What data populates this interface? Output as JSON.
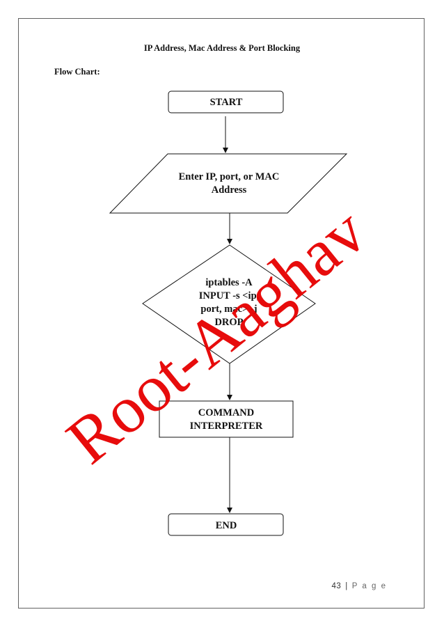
{
  "header": {
    "title": "IP Address, Mac Address & Port Blocking",
    "subtitle": "Flow Chart:"
  },
  "flowchart": {
    "start": "START",
    "input": [
      "Enter  IP, port, or MAC",
      "Address"
    ],
    "decision": [
      "iptables -A",
      "INPUT -s <ip,",
      "port, mac> -j",
      "DROP"
    ],
    "process": [
      "COMMAND",
      "INTERPRETER"
    ],
    "end": "END"
  },
  "watermark": {
    "text": "Root-Aaghav",
    "color": "#e60000"
  },
  "footer": {
    "page_number": "43",
    "separator": "|",
    "page_label": "P a g e"
  }
}
